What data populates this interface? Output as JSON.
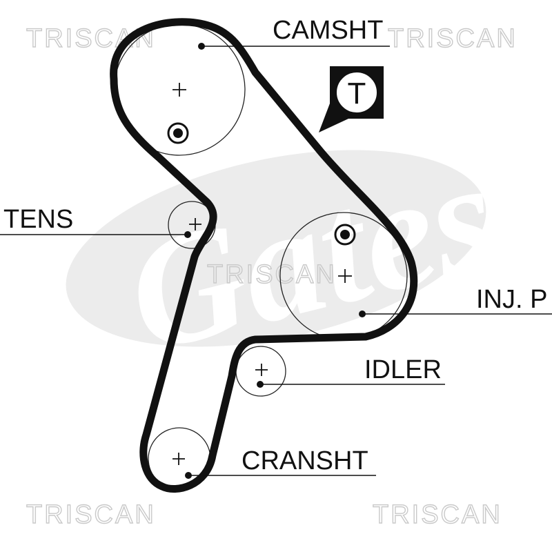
{
  "labels": {
    "camshaft": "CAMSHT",
    "tensioner": "TENS",
    "injection_pump": "INJ. P",
    "idler": "IDLER",
    "crankshaft": "CRANSHT"
  },
  "timing_mark_symbol": "T",
  "watermarks": [
    "TRISCAN",
    "TRISCAN",
    "TRISCAN",
    "TRISCAN",
    "TRISCAN"
  ],
  "brand_logo_text": "Gates",
  "colors": {
    "belt": "#111111",
    "watermark": "#c9c9c9",
    "logo": "#ececec"
  }
}
